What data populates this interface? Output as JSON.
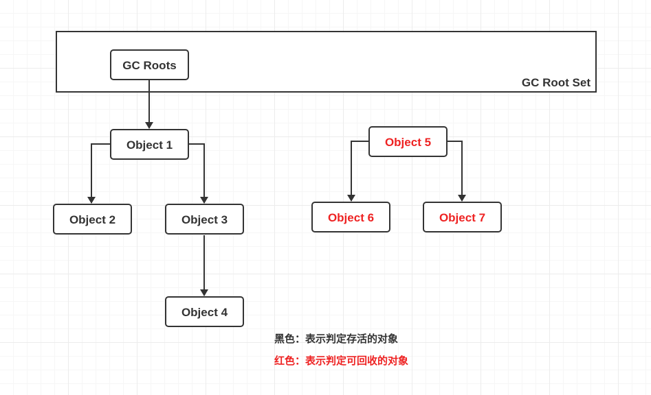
{
  "root_set": {
    "label": "GC Root Set"
  },
  "nodes": {
    "gc_roots": {
      "label": "GC Roots",
      "status": "root"
    },
    "object1": {
      "label": "Object 1",
      "status": "alive"
    },
    "object2": {
      "label": "Object 2",
      "status": "alive"
    },
    "object3": {
      "label": "Object 3",
      "status": "alive"
    },
    "object4": {
      "label": "Object 4",
      "status": "alive"
    },
    "object5": {
      "label": "Object 5",
      "status": "collectable"
    },
    "object6": {
      "label": "Object 6",
      "status": "collectable"
    },
    "object7": {
      "label": "Object 7",
      "status": "collectable"
    }
  },
  "edges": [
    {
      "from": "gc_roots",
      "to": "object1"
    },
    {
      "from": "object1",
      "to": "object2"
    },
    {
      "from": "object1",
      "to": "object3"
    },
    {
      "from": "object3",
      "to": "object4"
    },
    {
      "from": "object5",
      "to": "object6"
    },
    {
      "from": "object5",
      "to": "object7"
    }
  ],
  "legend": {
    "alive": "黑色：表示判定存活的对象",
    "collectable": "红色：表示判定可回收的对象"
  },
  "colors": {
    "alive_text": "#333333",
    "collectable_text": "#ee2222",
    "stroke": "#333333",
    "box_fill": "#ffffff"
  }
}
